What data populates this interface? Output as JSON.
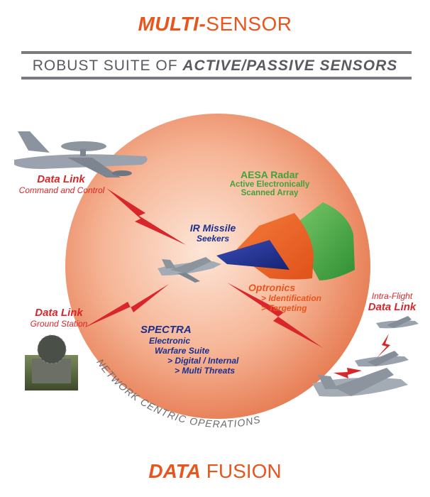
{
  "header": {
    "title_bold": "MULTI-",
    "title_regular": "SENSOR",
    "subtitle_regular": "ROBUST SUITE OF ",
    "subtitle_bold": "ACTIVE/PASSIVE SENSORS"
  },
  "footer": {
    "title_bold": "DATA",
    "title_regular": " FUSION"
  },
  "labels": {
    "datalink_cc_title": "Data Link",
    "datalink_cc_sub": "Command and Control",
    "aesa_title": "AESA Radar",
    "aesa_line1": "Active Electronically",
    "aesa_line2": "Scanned Array",
    "ir_title": "IR Missile",
    "ir_sub": "Seekers",
    "optronics_title": "Optronics",
    "optronics_item1": "> Identification",
    "optronics_item2": "> Targeting",
    "datalink_gs_title": "Data Link",
    "datalink_gs_sub": "Ground Station",
    "spectra_title": "SPECTRA",
    "spectra_line1": "Electronic",
    "spectra_line2": "Warfare Suite",
    "spectra_item1": "> Digital / Internal",
    "spectra_item2": "> Multi Threats",
    "intraflight_sub": "Intra-Flight",
    "intraflight_title": "Data Link",
    "network_arc": "NETWORK CENTRIC OPERATIONS"
  },
  "colors": {
    "accent_orange": "#e8561e",
    "red": "#d9262a",
    "blue": "#1d2f8c",
    "green": "#3ea33a",
    "gray": "#6b6b70",
    "circle_center": "#fbd6c2",
    "circle_edge": "#e98a63"
  }
}
